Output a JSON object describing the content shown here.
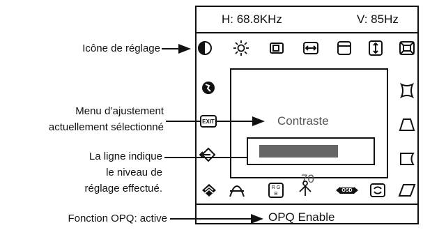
{
  "callouts": {
    "icon_label": "Icône de réglage",
    "menu_label_line1": "Menu d’ajustement",
    "menu_label_line2": "actuellement sélectionné",
    "level_line1": "La ligne indique",
    "level_line2": "le niveau de",
    "level_line3": "réglage effectué.",
    "opq_label": "Fonction OPQ: active"
  },
  "osd": {
    "h_freq": "H: 68.8KHz",
    "v_freq": "V: 85Hz",
    "selected_menu": "Contraste",
    "level_value": "70",
    "level_fraction": 0.7,
    "status": "OPQ Enable",
    "exit_label": "EXIT",
    "osd_label": "OSD",
    "rgb_label": "R G B",
    "top_icons": [
      "contrast-icon",
      "brightness-icon",
      "h-size-icon",
      "h-position-icon",
      "v-position-icon",
      "v-size-icon",
      "zoom-icon"
    ],
    "left_icons": [
      "language-icon",
      "exit-icon",
      "recall-icon"
    ],
    "right_icons": [
      "pincushion-icon",
      "trapezoid-icon",
      "pin-balance-icon"
    ],
    "bottom_icons": [
      "moire-icon",
      "degauss-icon",
      "color-icon",
      "position-icon",
      "osd-position-icon",
      "rotation-icon",
      "parallelogram-icon"
    ]
  }
}
